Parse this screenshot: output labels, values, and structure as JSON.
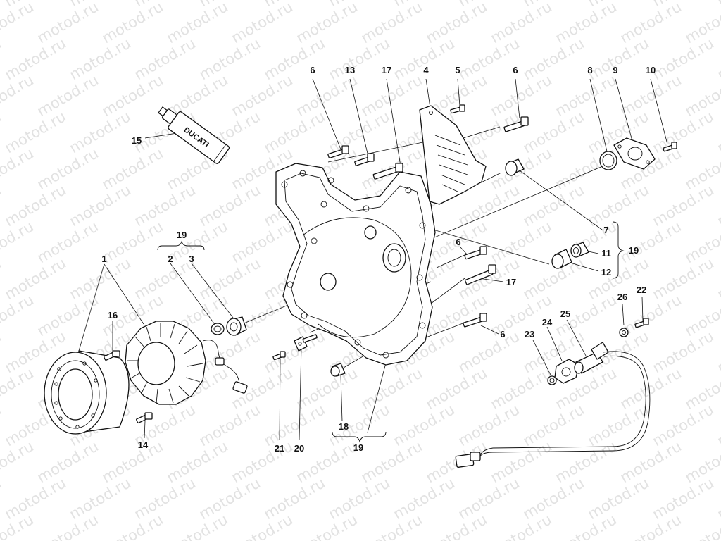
{
  "watermark": "motod.ru",
  "tube_brand": "DUCATI",
  "callouts": {
    "c1": "1",
    "c2": "2",
    "c3": "3",
    "c4": "4",
    "c5": "5",
    "c6a": "6",
    "c6b": "6",
    "c6c": "6",
    "c6d": "6",
    "c7": "7",
    "c8": "8",
    "c9": "9",
    "c10": "10",
    "c11": "11",
    "c12": "12",
    "c13": "13",
    "c14": "14",
    "c15": "15",
    "c16": "16",
    "c17a": "17",
    "c17b": "17",
    "c18": "18",
    "c19a": "19",
    "c19b": "19",
    "c19c": "19",
    "c20": "20",
    "c21": "21",
    "c22": "22",
    "c23": "23",
    "c24": "24",
    "c25": "25",
    "c26": "26"
  }
}
